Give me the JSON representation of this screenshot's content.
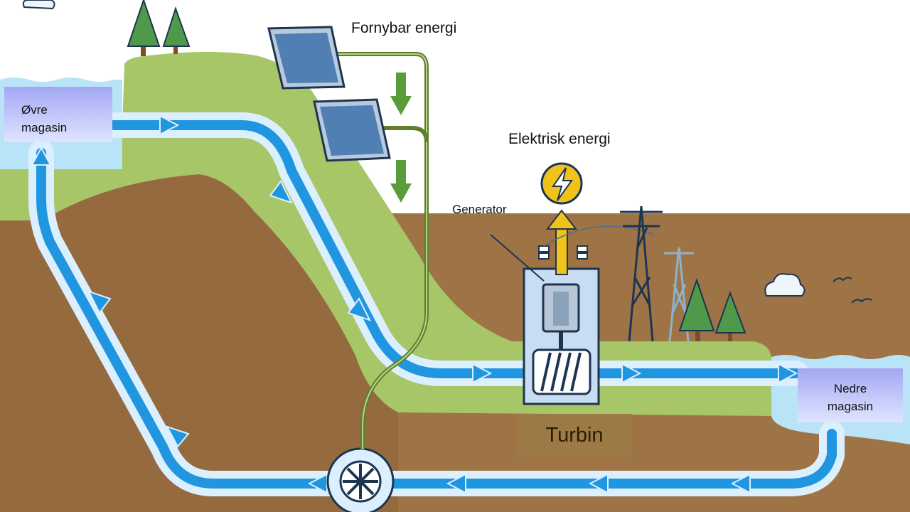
{
  "labels": {
    "renewable_energy": "Fornybar energi",
    "electric_energy": "Elektrisk energi",
    "generator": "Generator",
    "upper_reservoir": "Øvre\nmagasin",
    "lower_reservoir": "Nedre\nmagasin",
    "turbine": "Turbin"
  },
  "colors": {
    "sky": "#ffffff",
    "water": "#b9e3f6",
    "pipe_flow": "#2196e0",
    "pipe_wall": "#dcefff",
    "grass": "#a7c667",
    "soil": "#9e7446",
    "tree": "#4f9a4a",
    "energy_arrow": "#f0c21a",
    "renewable_arrow": "#5a9b3c",
    "reservoir_label_box": "#c3c8fa",
    "turbine_label_box": "#9b7a45"
  },
  "icons": [
    "solar-panel-icon",
    "lightning-bolt-icon",
    "power-pylon-icon",
    "pump-icon",
    "cloud-icon",
    "bird-icon",
    "tree-icon"
  ]
}
